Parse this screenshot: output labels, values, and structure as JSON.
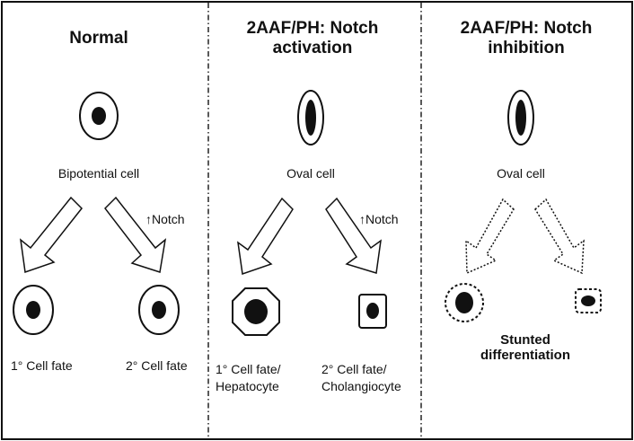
{
  "panels": [
    {
      "title_lines": [
        "Normal"
      ],
      "cell_label": "Bipotential cell",
      "notch_label": "Notch",
      "fate_left": {
        "line1": "1° Cell fate",
        "line2": ""
      },
      "fate_right": {
        "line1": "2° Cell fate",
        "line2": ""
      }
    },
    {
      "title_lines": [
        "2AAF/PH: Notch",
        "activation"
      ],
      "cell_label": "Oval cell",
      "notch_label": "Notch",
      "fate_left": {
        "line1": "1° Cell fate/",
        "line2": "Hepatocyte"
      },
      "fate_right": {
        "line1": "2° Cell fate/",
        "line2": "Cholangiocyte"
      }
    },
    {
      "title_lines": [
        "2AAF/PH: Notch",
        "inhibition"
      ],
      "cell_label": "Oval cell",
      "outcome_lines": [
        "Stunted",
        "differentiation"
      ]
    }
  ]
}
